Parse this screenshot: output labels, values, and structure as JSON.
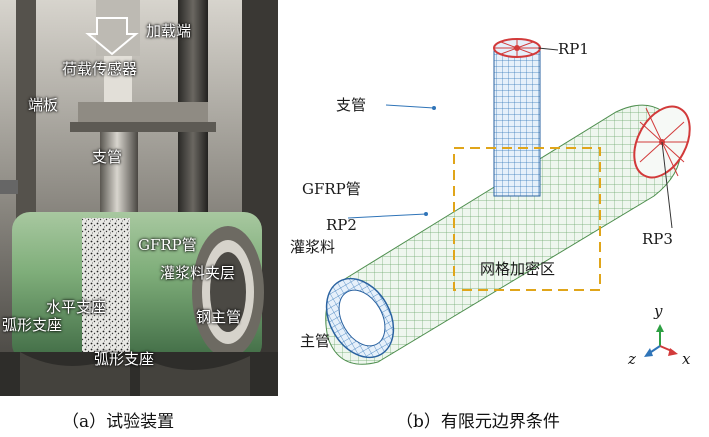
{
  "figure_a": {
    "caption": "（a）试验装置",
    "labels": {
      "load_end": "加载端",
      "load_sensor": "荷载传感器",
      "end_plate": "端板",
      "branch_pipe": "支管",
      "gfrp_pipe": "GFRP管",
      "grout_layer": "灌浆料夹层",
      "steel_main": "钢主管",
      "horizontal_support": "水平支座",
      "arc_support_left": "弧形支座",
      "arc_support_right": "弧形支座"
    }
  },
  "figure_b": {
    "caption": "（b）有限元边界条件",
    "labels": {
      "rp1": "RP1",
      "rp2": "RP2",
      "rp3": "RP3",
      "branch_pipe": "支管",
      "gfrp_pipe": "GFRP管",
      "grout": "灌浆料",
      "mesh_refine": "网格加密区",
      "main_pipe": "主管"
    },
    "axes": {
      "x": "x",
      "y": "y",
      "z": "z"
    }
  }
}
